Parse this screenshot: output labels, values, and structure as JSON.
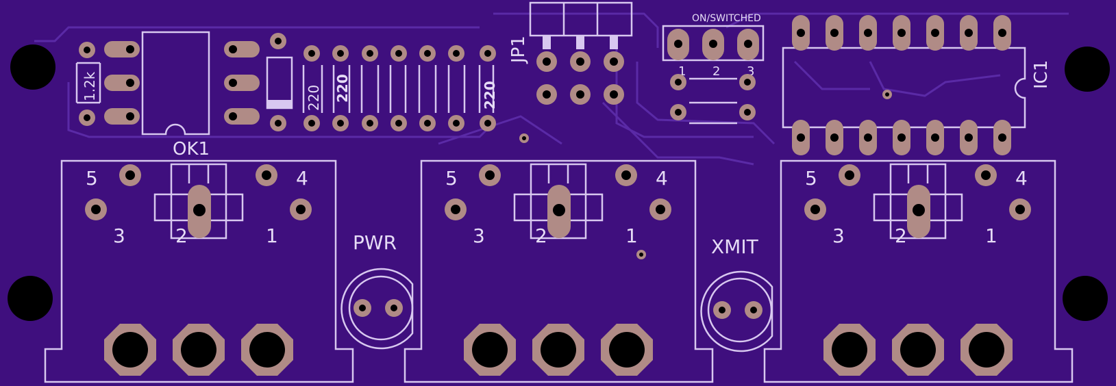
{
  "labels": {
    "ok1": "OK1",
    "jp1": "JP1",
    "ic1": "IC1",
    "on_switched": "ON/SWITCHED",
    "jumper_pins": [
      "1",
      "2",
      "3"
    ],
    "r_1k2": "1.2k",
    "r_220_a": "220",
    "r_220_b": "220",
    "r_220_c": "220",
    "pwr": "PWR",
    "xmit": "XMIT"
  },
  "din_jacks": [
    {
      "pin5": "5",
      "pin4": "4",
      "pin3": "3",
      "pin2": "2",
      "pin1": "1"
    },
    {
      "pin5": "5",
      "pin4": "4",
      "pin3": "3",
      "pin2": "2",
      "pin1": "1"
    },
    {
      "pin5": "5",
      "pin4": "4",
      "pin3": "3",
      "pin2": "2",
      "pin1": "1"
    }
  ],
  "colors": {
    "board": "#3f0f7e",
    "silkscreen": "#d8c8f0",
    "pad": "#b08b86",
    "trace": "#5a2aa6"
  }
}
